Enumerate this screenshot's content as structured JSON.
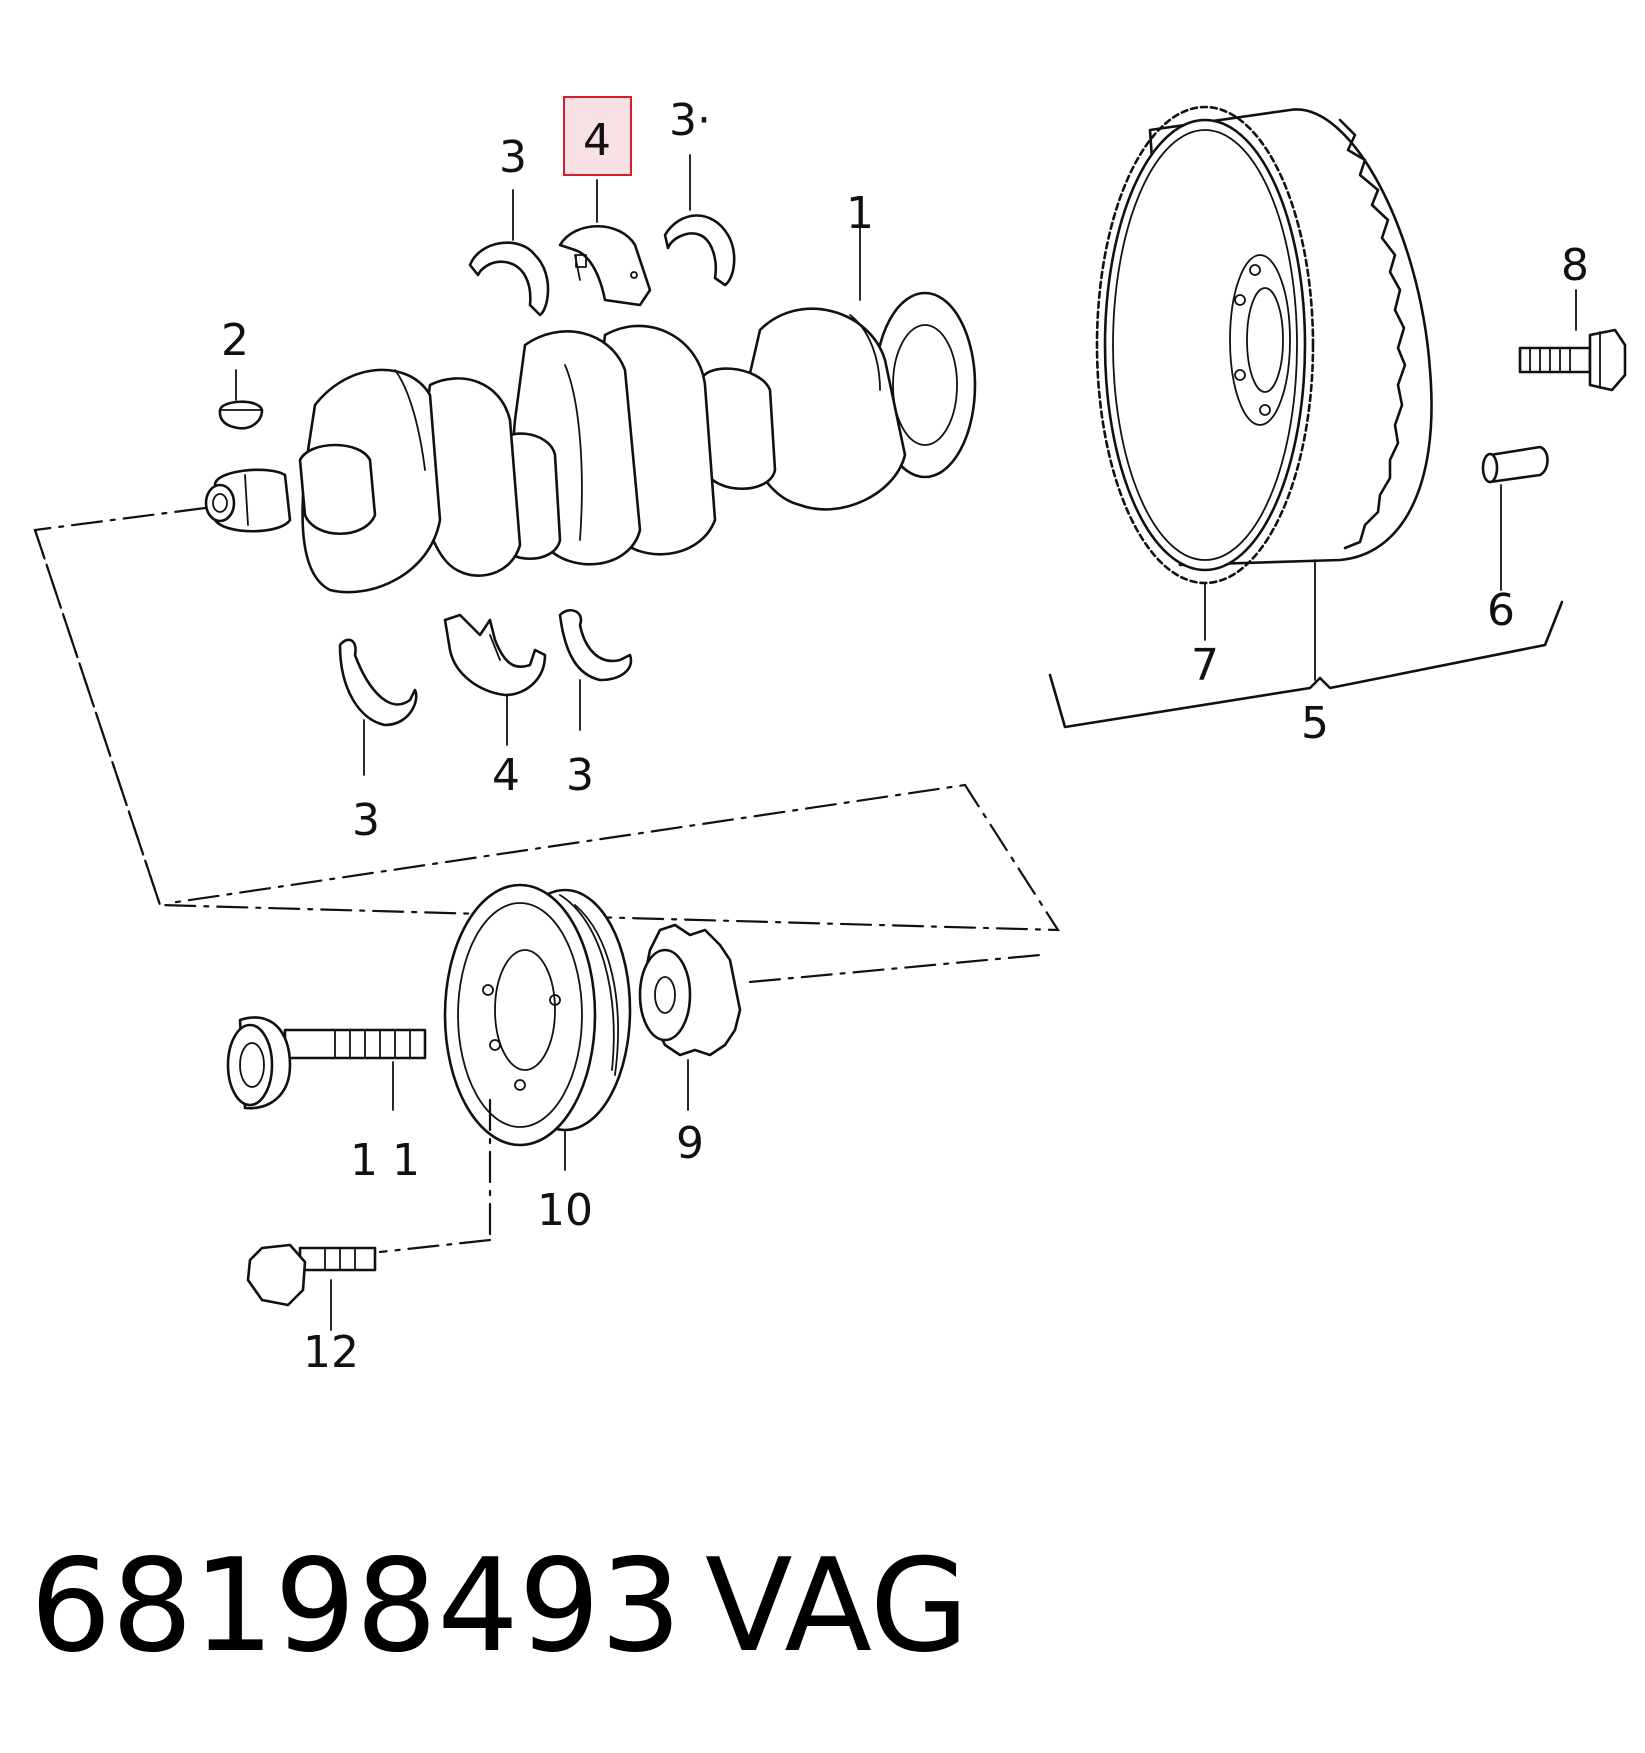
{
  "callouts": {
    "c1": "1",
    "c2": "2",
    "c3_top_left": "3",
    "c4_top": "4",
    "c3_top_right": "3·",
    "c3_bottom_left": "3",
    "c4_bottom": "4",
    "c3_bottom_right": "3",
    "c5": "5",
    "c6": "6",
    "c7": "7",
    "c8": "8",
    "c9": "9",
    "c10": "10",
    "c11": "1 1",
    "c12": "12"
  },
  "caption": {
    "part_number": "68198493",
    "brand": "VAG"
  },
  "highlight": {
    "target": "4",
    "fill_color": "#f9e0e5",
    "border_color": "#d4202a"
  }
}
